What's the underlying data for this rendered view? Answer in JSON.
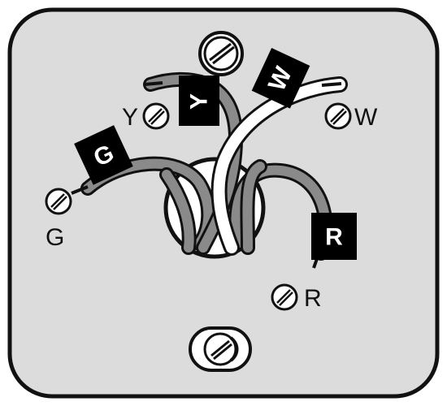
{
  "colors": {
    "plate": "#dcdcdc",
    "outline": "#111111",
    "wire_gray": "#8a8a8a",
    "wire_white": "#ffffff",
    "tag": "#000000",
    "tag_text": "#ffffff",
    "hole": "#ffffff"
  },
  "terminals": {
    "y": "Y",
    "w": "W",
    "g": "G",
    "r": "R"
  },
  "wire_tags": {
    "y": "Y",
    "w": "W",
    "g": "G",
    "r": "R"
  },
  "icons": [
    "screw-icon",
    "mounting-screw-icon"
  ]
}
